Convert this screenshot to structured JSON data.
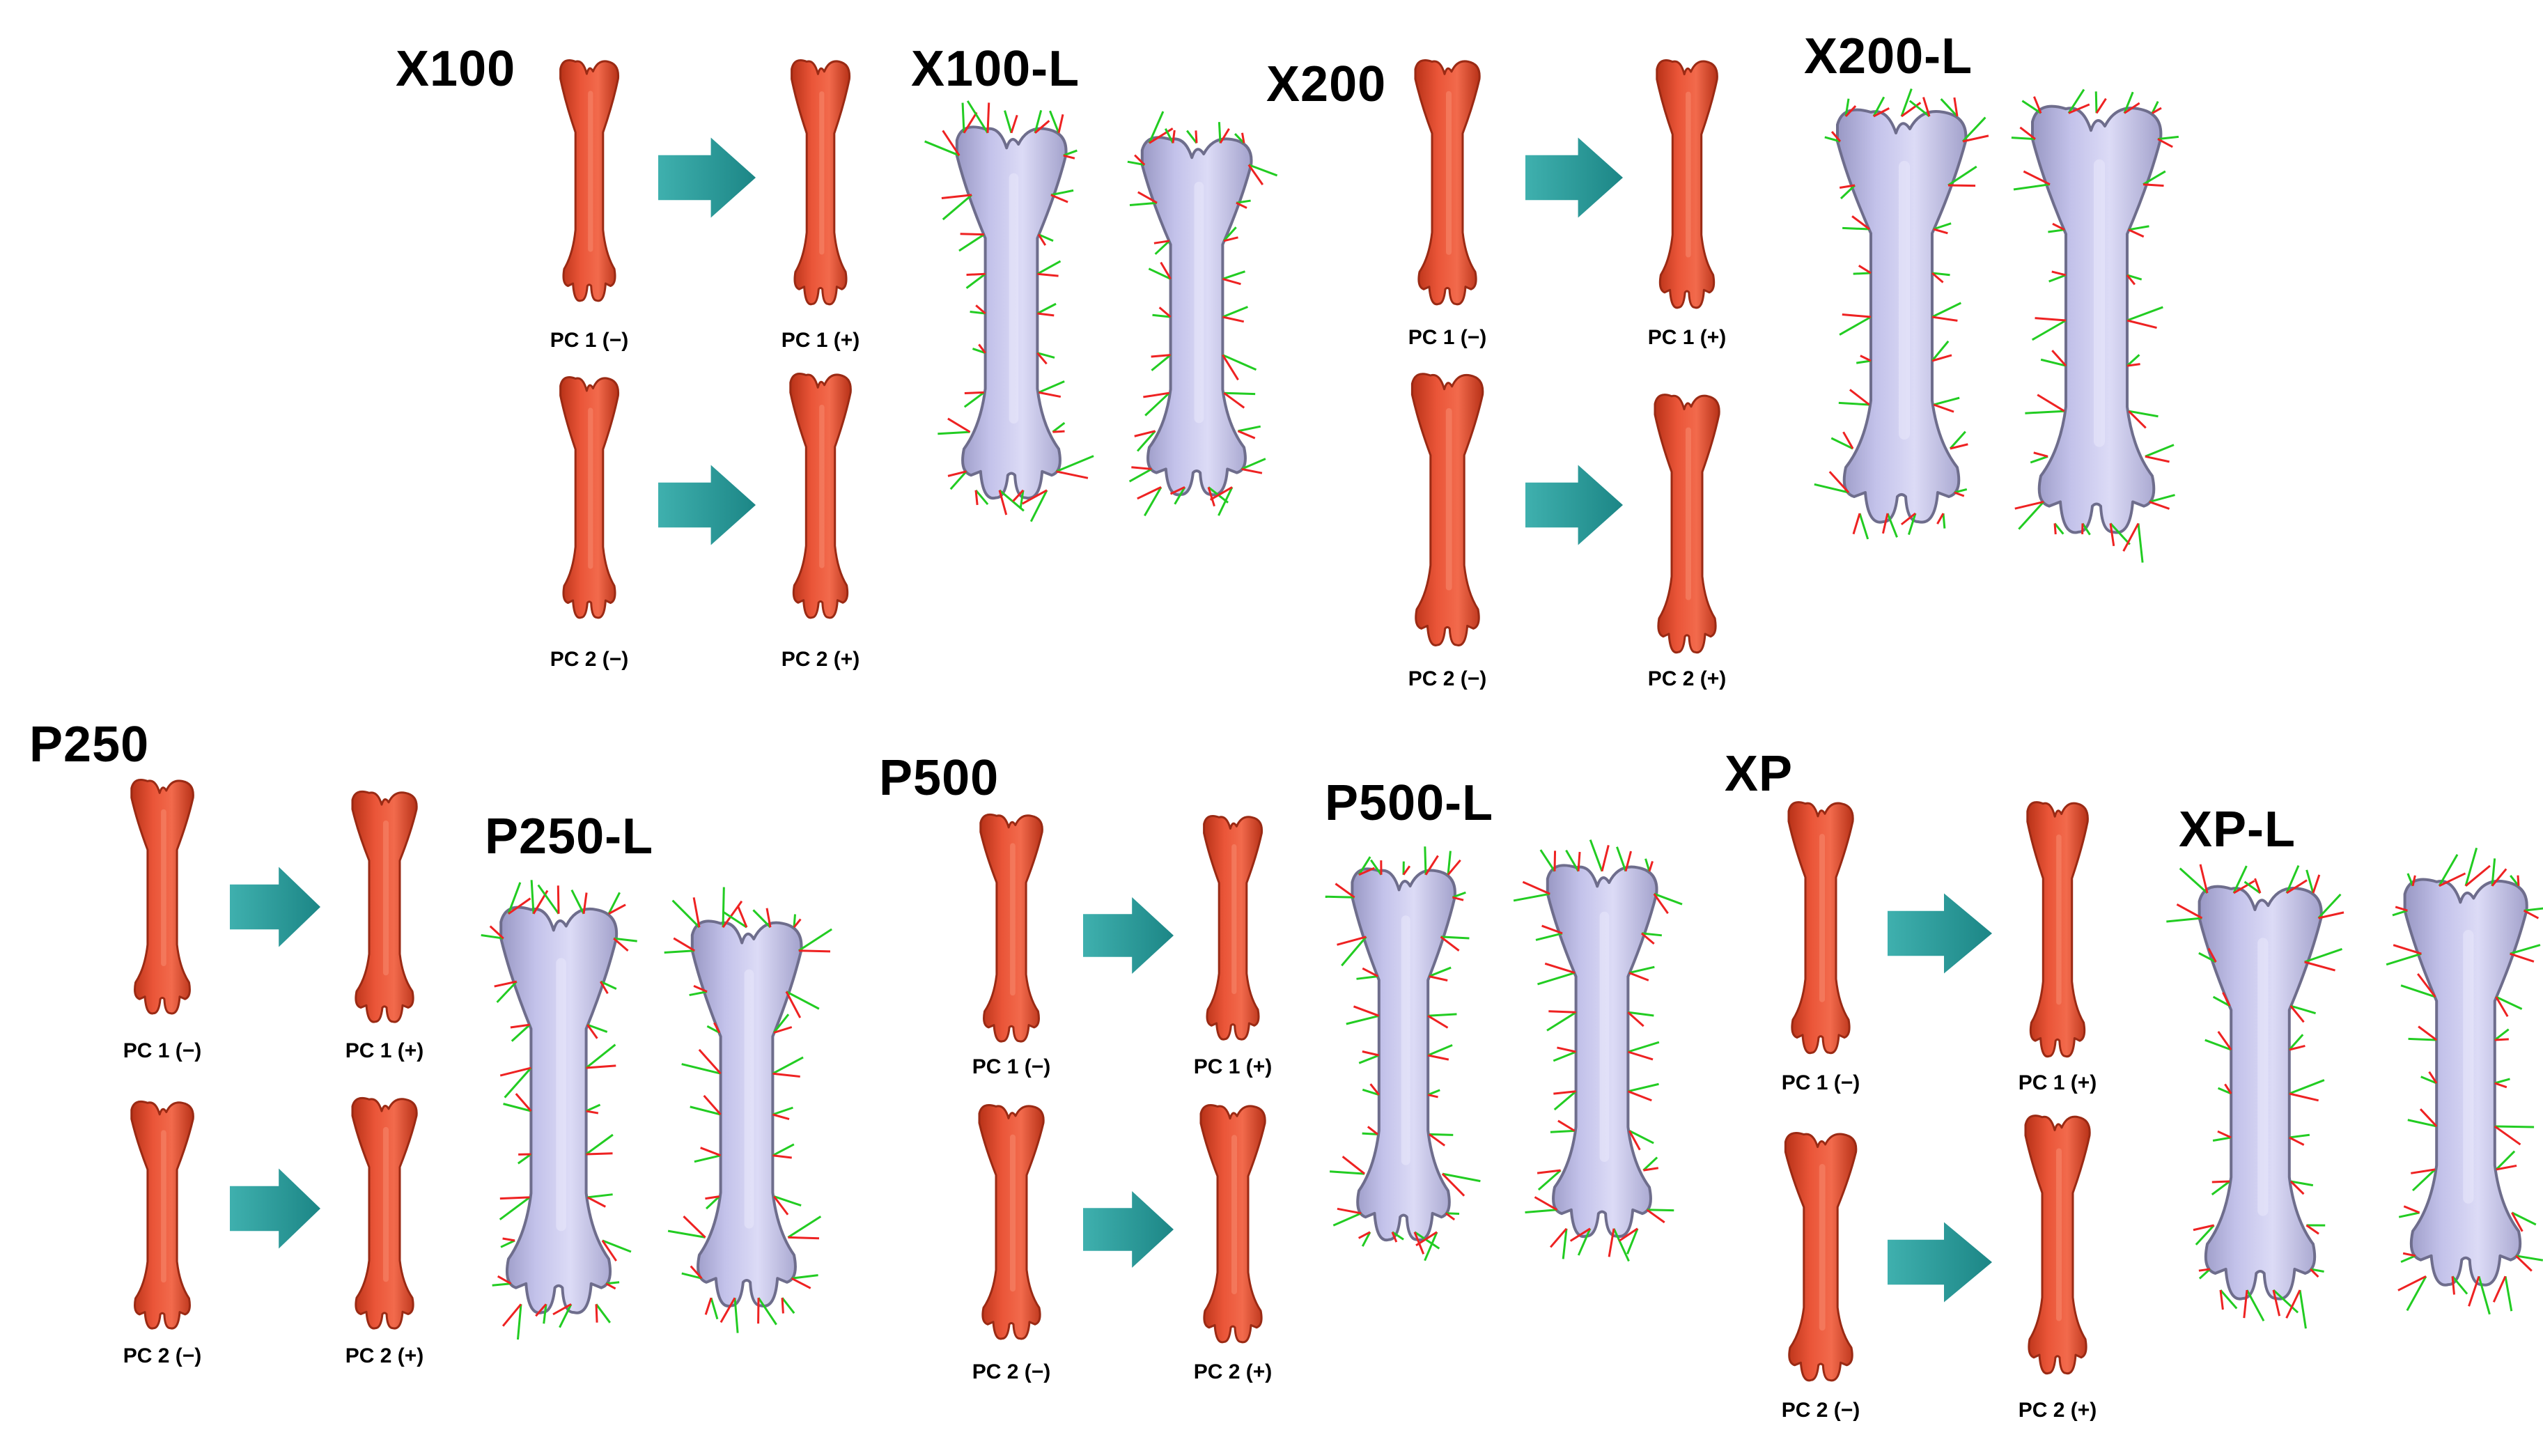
{
  "colors": {
    "red_bone": "#ea5538",
    "red_bone_edge": "#9a2a14",
    "lav_bone": "#c3c2ea",
    "lav_bone_edge": "#6e6d8c",
    "arrow": "#1c8686",
    "arrow_light": "#3fb0ae",
    "vector_green": "#22cc22",
    "vector_red": "#ee2222"
  },
  "icons": [
    "bone-shape-icon",
    "right-arrow-icon"
  ],
  "panels": [
    {
      "id": "x100",
      "title": "X100",
      "lsm_title": "X100-L",
      "labels": {
        "pc1_neg": "PC 1 (−)",
        "pc1_pos": "PC 1 (+)",
        "pc2_neg": "PC 2 (−)",
        "pc2_pos": "PC 2 (+)"
      }
    },
    {
      "id": "x200",
      "title": "X200",
      "lsm_title": "X200-L",
      "labels": {
        "pc1_neg": "PC 1 (−)",
        "pc1_pos": "PC 1 (+)",
        "pc2_neg": "PC 2 (−)",
        "pc2_pos": "PC 2 (+)"
      }
    },
    {
      "id": "p250",
      "title": "P250",
      "lsm_title": "P250-L",
      "labels": {
        "pc1_neg": "PC 1 (−)",
        "pc1_pos": "PC 1 (+)",
        "pc2_neg": "PC 2 (−)",
        "pc2_pos": "PC 2 (+)"
      }
    },
    {
      "id": "p500",
      "title": "P500",
      "lsm_title": "P500-L",
      "labels": {
        "pc1_neg": "PC 1 (−)",
        "pc1_pos": "PC 1 (+)",
        "pc2_neg": "PC 2 (−)",
        "pc2_pos": "PC 2 (+)"
      }
    },
    {
      "id": "xp",
      "title": "XP",
      "lsm_title": "XP-L",
      "labels": {
        "pc1_neg": "PC 1 (−)",
        "pc1_pos": "PC 1 (+)",
        "pc2_neg": "PC 2 (−)",
        "pc2_pos": "PC 2 (+)"
      }
    }
  ]
}
